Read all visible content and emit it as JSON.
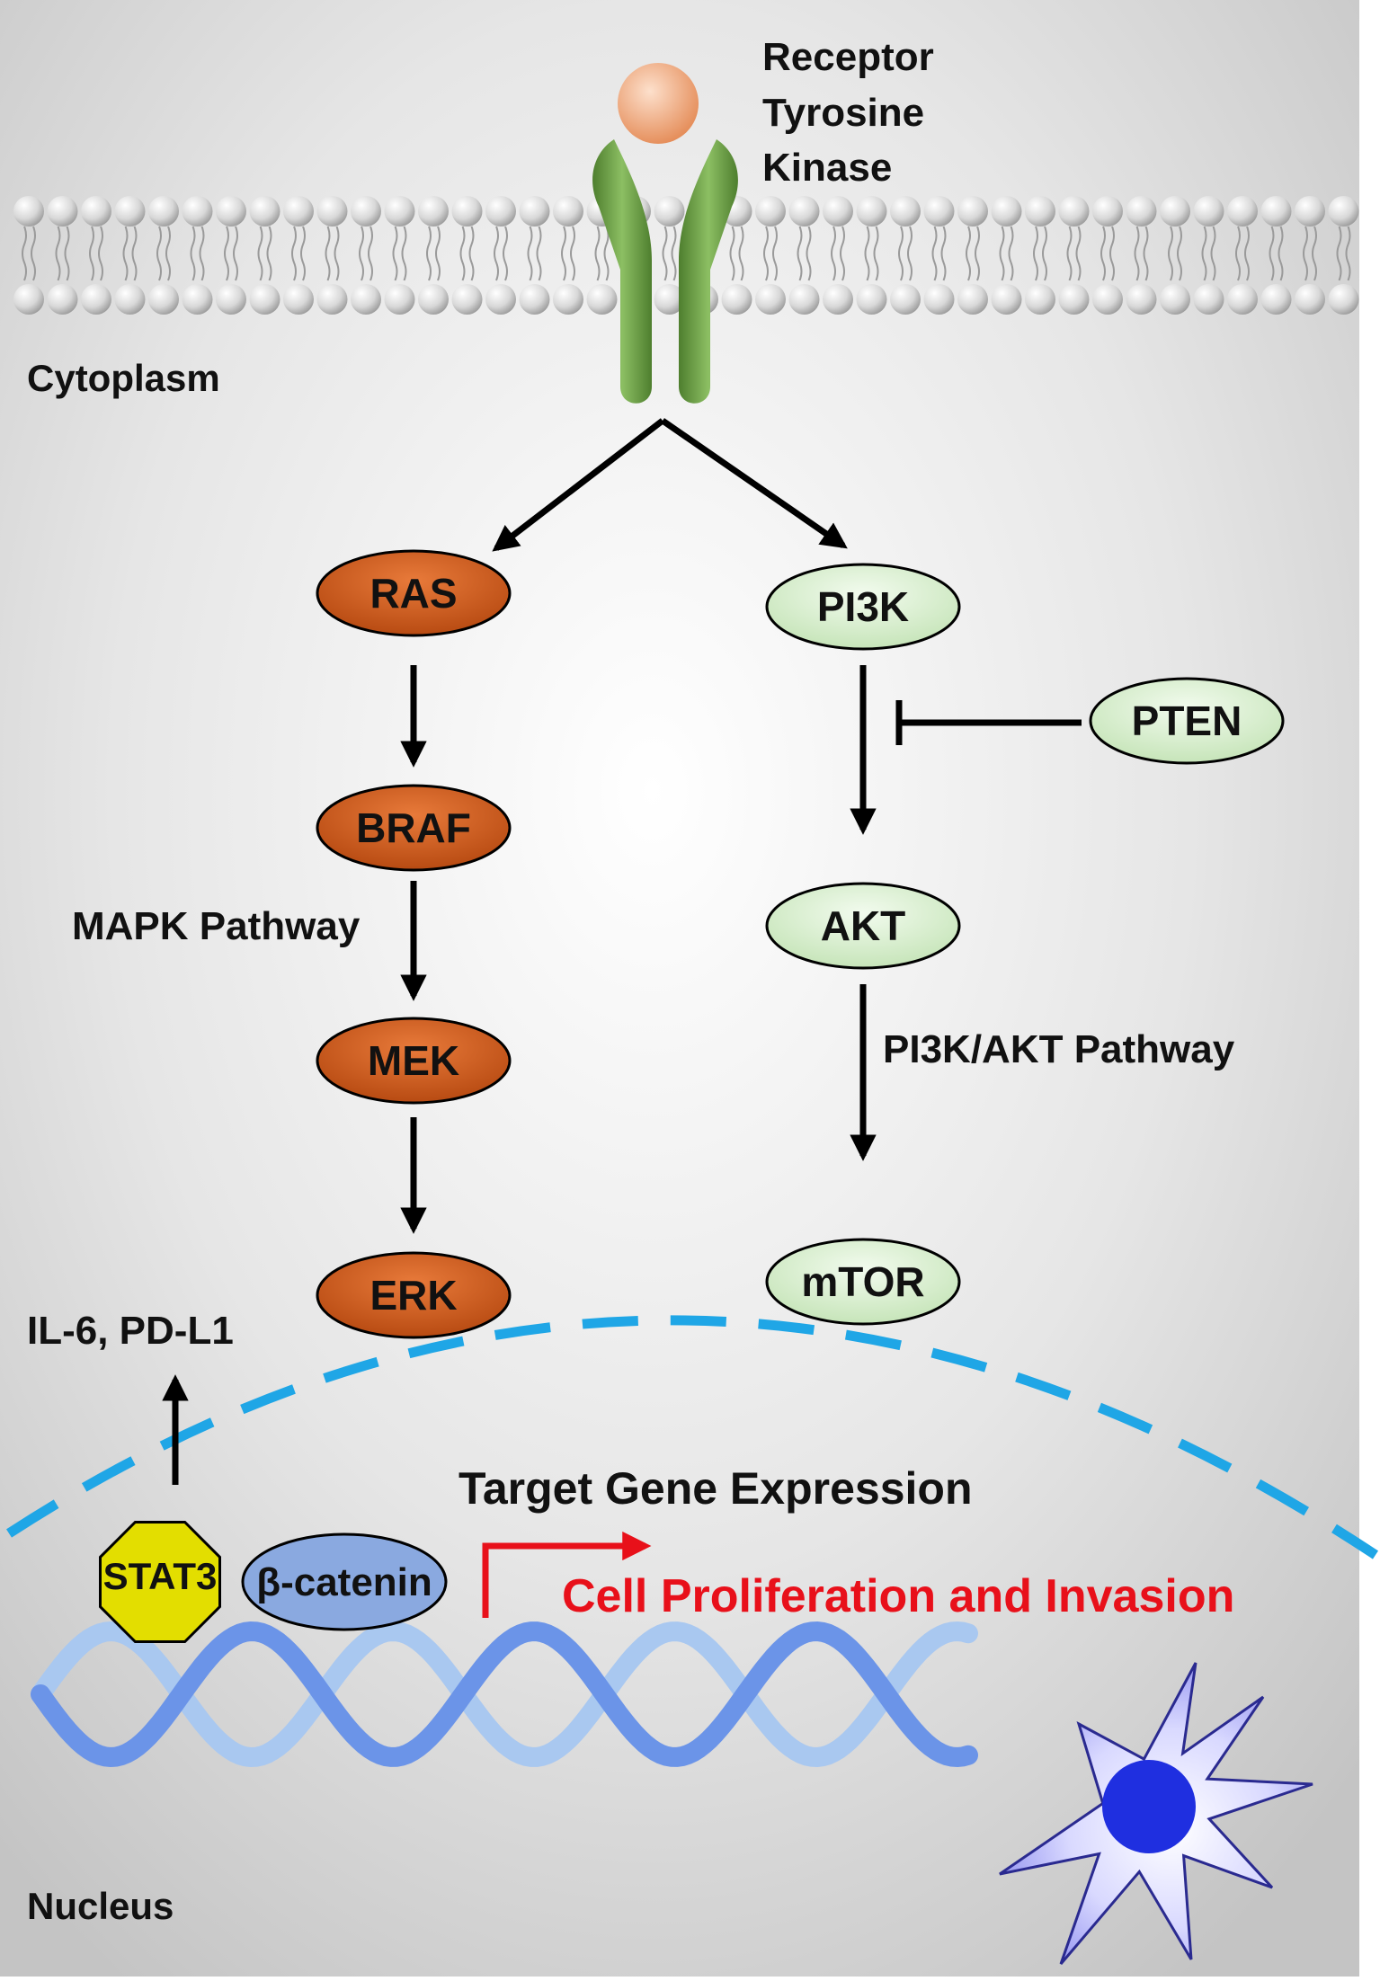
{
  "labels": {
    "receptor_line1": "Receptor",
    "receptor_line2": "Tyrosine",
    "receptor_line3": "Kinase",
    "cytoplasm": "Cytoplasm",
    "nucleus": "Nucleus",
    "mapk_pathway": "MAPK Pathway",
    "pi3k_akt_pathway": "PI3K/AKT Pathway",
    "il6_pdl1": "IL-6, PD-L1",
    "target_gene_expression": "Target Gene Expression",
    "cell_proliferation": "Cell Proliferation and Invasion"
  },
  "nodes": {
    "ras": "RAS",
    "braf": "BRAF",
    "mek": "MEK",
    "erk": "ERK",
    "pi3k": "PI3K",
    "pten": "PTEN",
    "akt": "AKT",
    "mtor": "mTOR",
    "stat3": "STAT3",
    "beta_catenin": "β-catenin"
  },
  "colors": {
    "mapk_node": "#c9561a",
    "pi3k_node": "#d6efcc",
    "stat3": "#e3de00",
    "beta_catenin": "#8aa9e0",
    "nuclear_membrane": "#1fa6e6",
    "proliferation_text": "#e8101a",
    "receptor_green": "#5f8f3a",
    "ligand": "#f0a270",
    "dna_dark": "#6b94e8",
    "dna_light": "#a9c8f0",
    "cell_body": "#c8c8ff",
    "cell_nucleus": "#1f2fe0"
  }
}
